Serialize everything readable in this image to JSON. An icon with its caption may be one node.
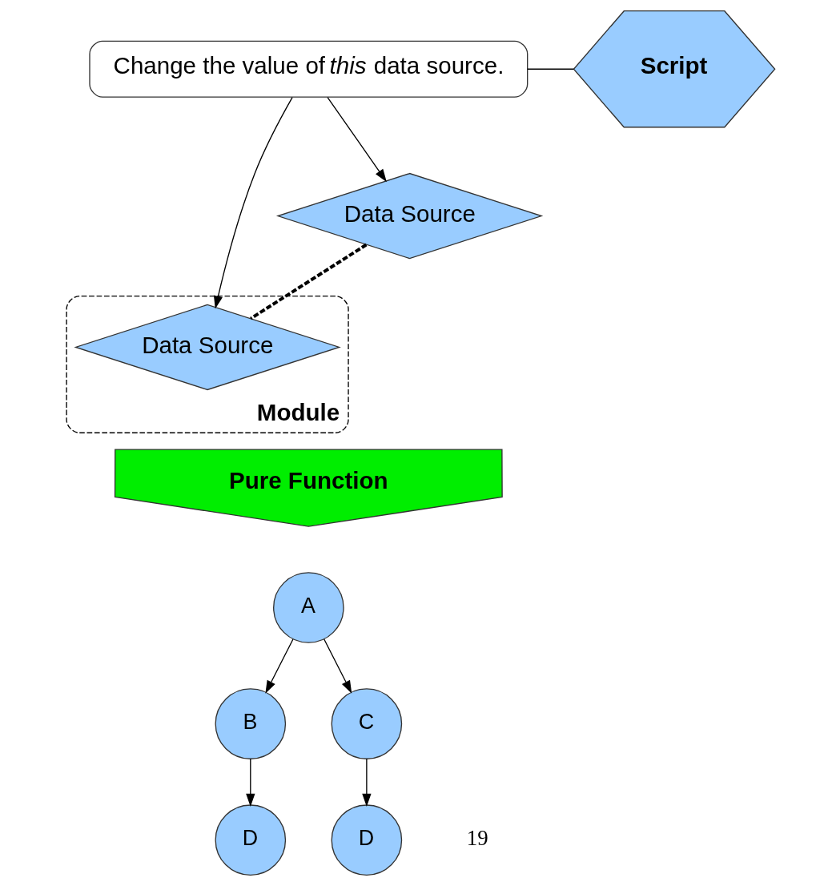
{
  "diagram": {
    "nodes": [
      {
        "text": [
          "Change the value of *this* data source."
        ]
      },
      {
        "text": [
          "Script"
        ]
      },
      {
        "text": [
          "Module"
        ]
      },
      {
        "text": [
          "Data Source"
        ]
      },
      {
        "text": [
          "Data Source"
        ],
        "in": 2
      },
      {
        "text": [
          "Pure Function"
        ]
      },
      {
        "text": [
          "A"
        ]
      },
      {
        "text": [
          "B"
        ]
      },
      {
        "text": [
          "C"
        ]
      },
      {
        "text": [
          "D"
        ]
      },
      {
        "text": [
          "D"
        ]
      }
    ],
    "edges": [
      {
        "from": 0,
        "to": 1,
        "arrow": "none"
      },
      {
        "from": 0,
        "to": 3,
        "arrow": "to"
      },
      {
        "from": 0,
        "to": 4,
        "arrow": "to"
      },
      {
        "from": 3,
        "to": 4,
        "arrow": "none",
        "style": "dashed"
      },
      {
        "from": 6,
        "to": 7,
        "arrow": "to"
      },
      {
        "from": 6,
        "to": 8,
        "arrow": "to"
      },
      {
        "from": 7,
        "to": 9,
        "arrow": "to"
      },
      {
        "from": 8,
        "to": 10,
        "arrow": "to"
      }
    ],
    "labels": [
      "19"
    ]
  }
}
